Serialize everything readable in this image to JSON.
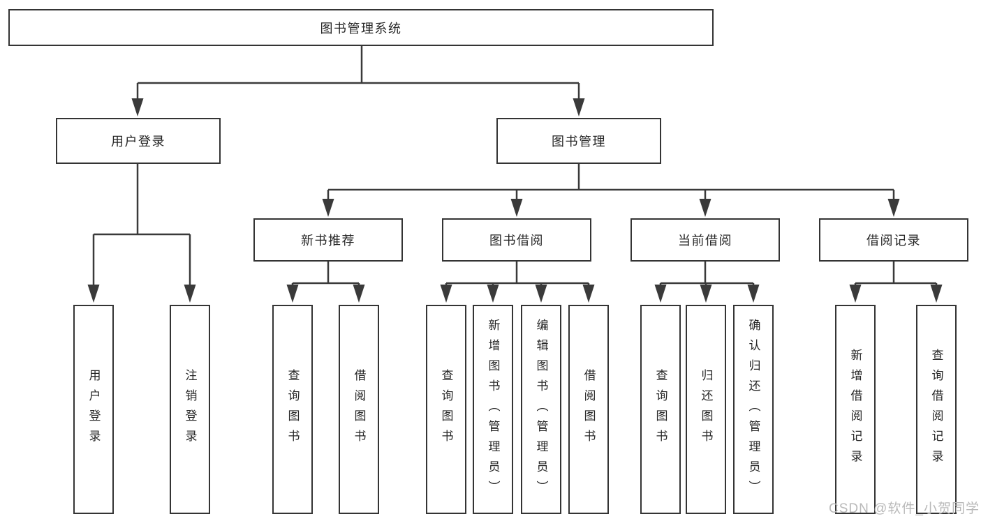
{
  "tree": {
    "root": {
      "label": "图书管理系统",
      "children": [
        {
          "label": "用户登录",
          "children": [
            {
              "label": "用户登录"
            },
            {
              "label": "注销登录"
            }
          ]
        },
        {
          "label": "图书管理",
          "children": [
            {
              "label": "新书推荐",
              "children": [
                {
                  "label": "查询图书"
                },
                {
                  "label": "借阅图书"
                }
              ]
            },
            {
              "label": "图书借阅",
              "children": [
                {
                  "label": "查询图书"
                },
                {
                  "label": "新增图书（管理员）"
                },
                {
                  "label": "编辑图书（管理员）"
                },
                {
                  "label": "借阅图书"
                }
              ]
            },
            {
              "label": "当前借阅",
              "children": [
                {
                  "label": "查询图书"
                },
                {
                  "label": "归还图书"
                },
                {
                  "label": "确认归还（管理员）"
                }
              ]
            },
            {
              "label": "借阅记录",
              "children": [
                {
                  "label": "新增借阅记录"
                },
                {
                  "label": "查询借阅记录"
                }
              ]
            }
          ]
        }
      ]
    }
  },
  "watermark": {
    "text": "CSDN @软件_小贺同学"
  },
  "colors": {
    "background": "#ffffff",
    "line": "#3a3a3a",
    "box_border": "#343434",
    "text": "#262626",
    "watermark": "#b9b9b9"
  }
}
